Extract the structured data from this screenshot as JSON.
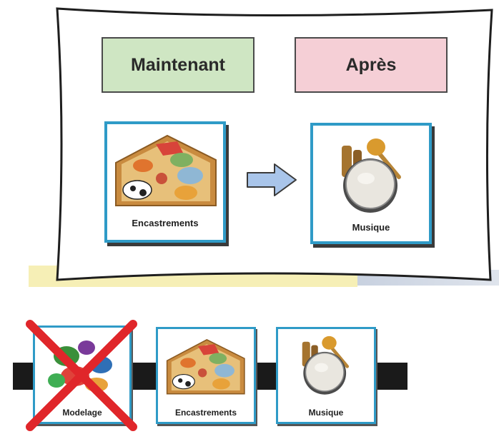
{
  "board": {
    "now_label": "Maintenant",
    "after_label": "Après",
    "now_card": {
      "label": "Encastrements",
      "image": "wooden-puzzle-illustration"
    },
    "after_card": {
      "label": "Musique",
      "image": "drum-and-maracas-illustration"
    },
    "transition_icon": "right-arrow-icon"
  },
  "strip": {
    "cards": [
      {
        "label": "Modelage",
        "image": "play-dough-illustration",
        "crossed_out": true
      },
      {
        "label": "Encastrements",
        "image": "wooden-puzzle-illustration",
        "crossed_out": false
      },
      {
        "label": "Musique",
        "image": "drum-and-maracas-illustration",
        "crossed_out": false
      }
    ]
  },
  "colors": {
    "now_header": "#cfe6c3",
    "after_header": "#f5cfd6",
    "card_border": "#2f9bc7",
    "arrow_fill": "#a9c5ea",
    "cross": "#e0262a"
  }
}
